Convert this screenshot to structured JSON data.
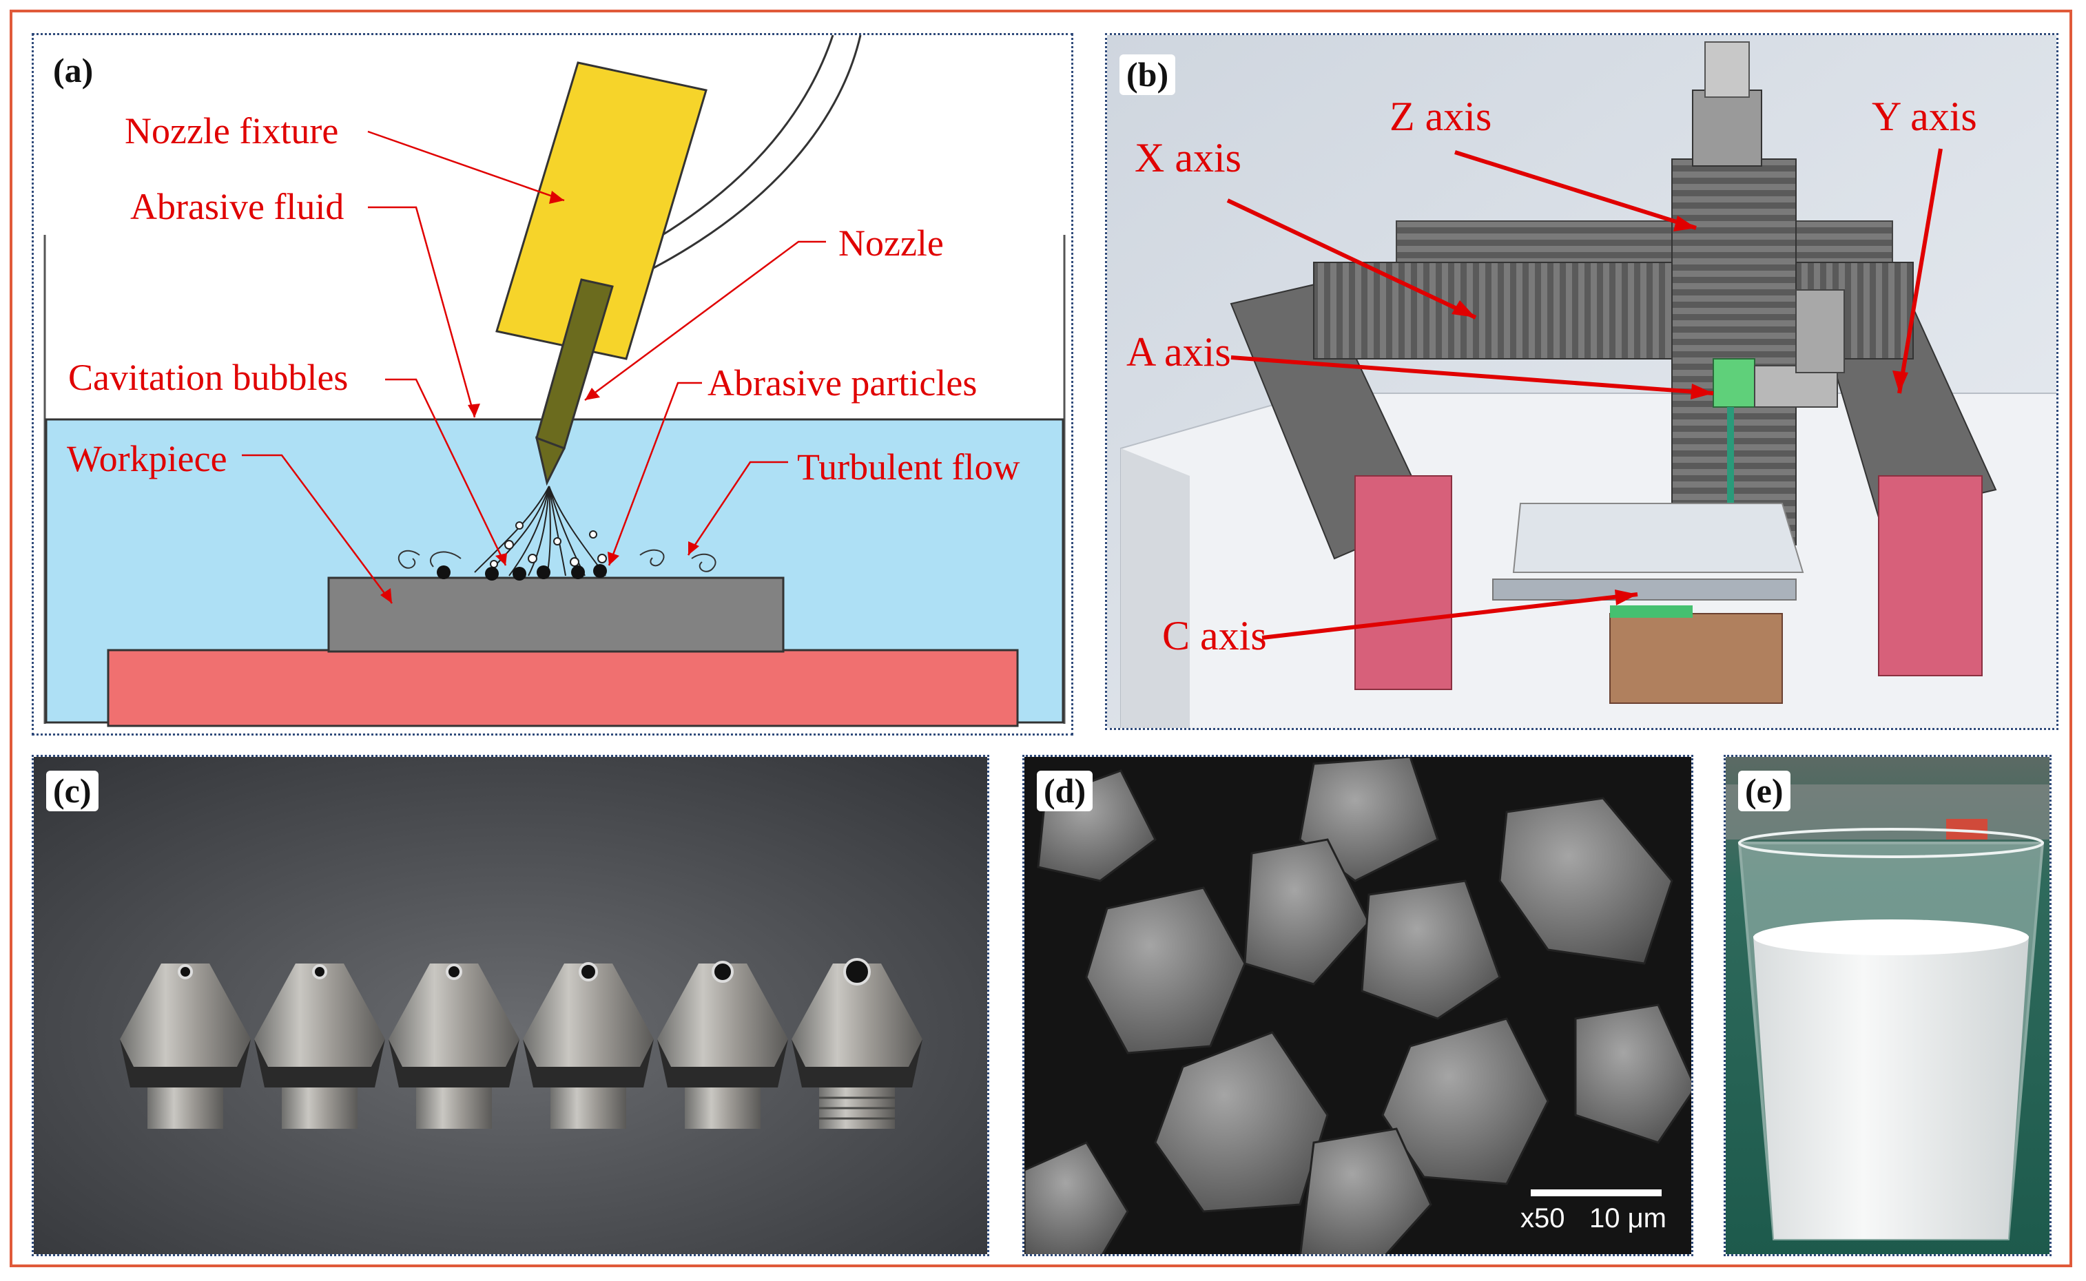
{
  "panels": {
    "a": {
      "label": "(a)",
      "labels": {
        "nozzle_fixture": "Nozzle fixture",
        "abrasive_fluid": "Abrasive fluid",
        "nozzle": "Nozzle",
        "cavitation_bubbles": "Cavitation bubbles",
        "abrasive_particles": "Abrasive particles",
        "workpiece": "Workpiece",
        "turbulent_flow": "Turbulent flow"
      }
    },
    "b": {
      "label": "(b)",
      "labels": {
        "x_axis": "X axis",
        "z_axis": "Z axis",
        "y_axis": "Y axis",
        "a_axis": "A axis",
        "c_axis": "C axis"
      }
    },
    "c": {
      "label": "(c)"
    },
    "d": {
      "label": "(d)",
      "scale_magnification": "x50",
      "scale_length": "10 μm"
    },
    "e": {
      "label": "(e)"
    }
  },
  "colors": {
    "frame": "#e05a3a",
    "annotation_red": "#e00000",
    "fluid": "#aee0f5",
    "fixture": "#f6d42a",
    "nozzle": "#6b6b1e",
    "workpiece": "#808080",
    "base": "#f07070"
  }
}
